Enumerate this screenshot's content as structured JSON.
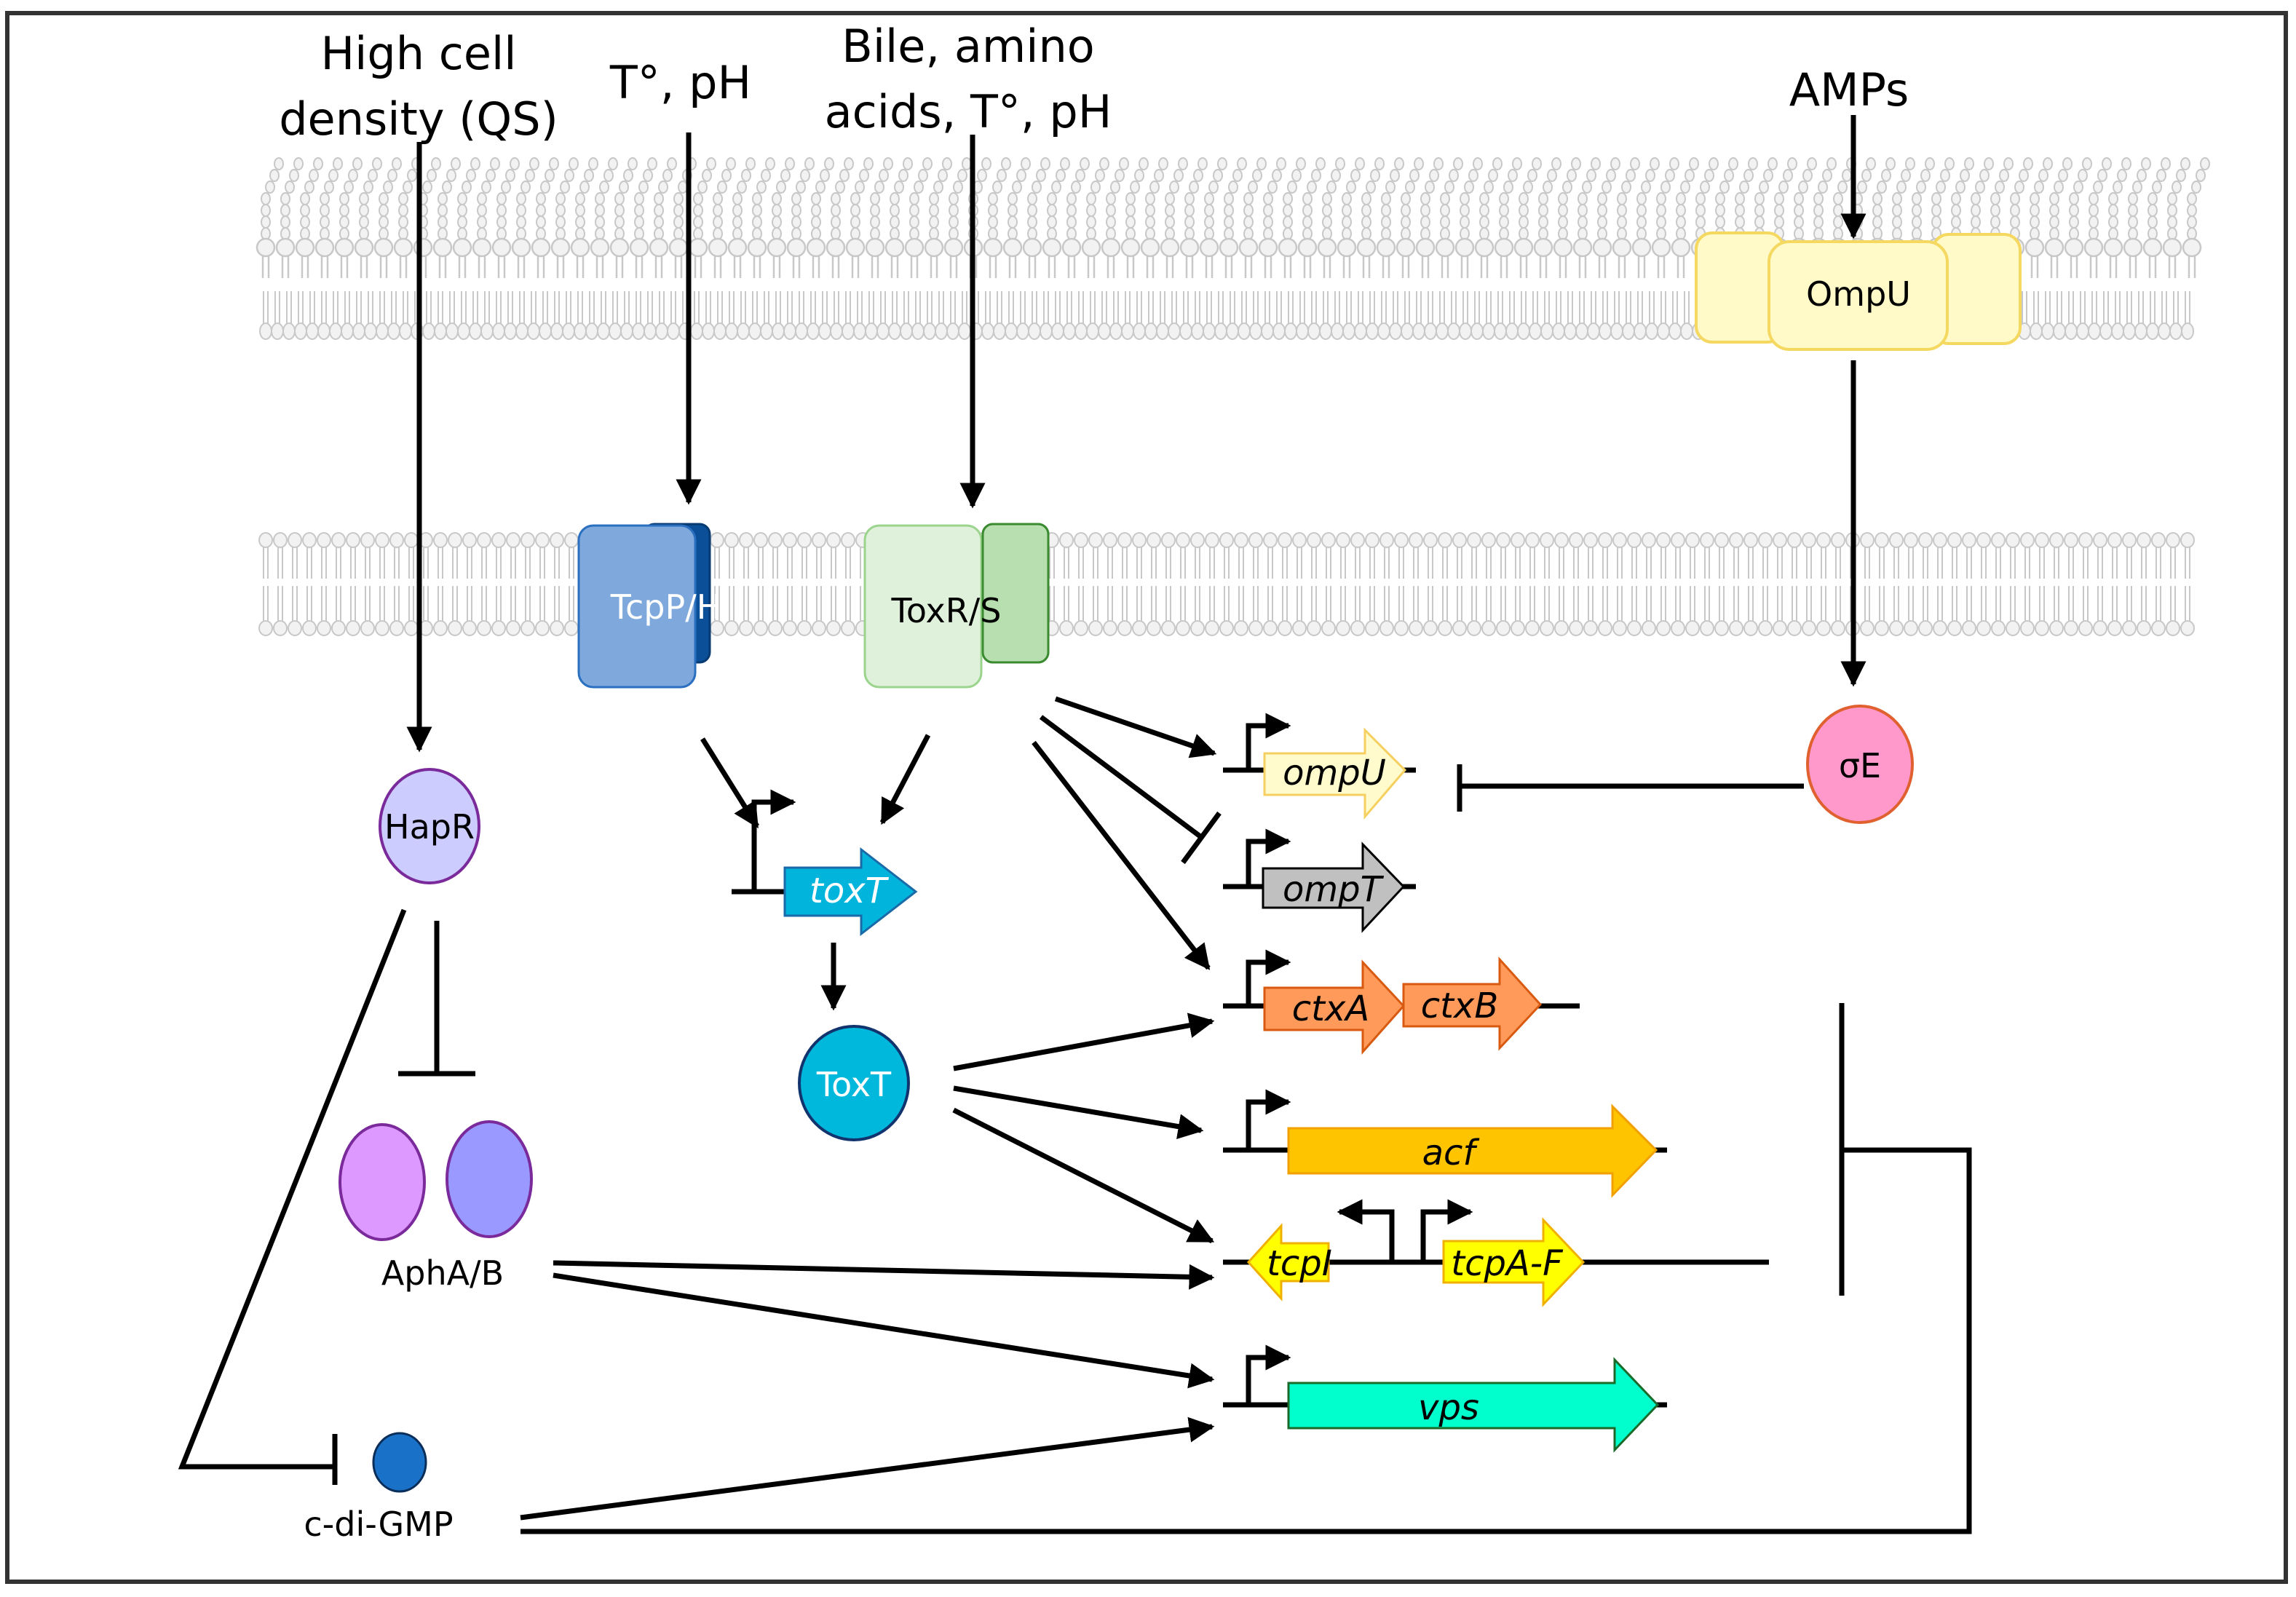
{
  "title": "Vibrio cholerae virulence regulatory network",
  "signals": {
    "qs_line1": "High cell",
    "qs_line2": "density (QS)",
    "temp_ph": "T°, pH",
    "bile_line1": "Bile, amino",
    "bile_line2": "acids, T°, pH",
    "amps": "AMPs"
  },
  "proteins": {
    "ompu_porin": "OmpU",
    "tcpph": "TcpP/H",
    "toxrs": "ToxR/S",
    "sigmae": "σE",
    "hapr": "HapR",
    "toxt": "ToxT",
    "aphab": "AphA/B",
    "cdigmp": "c-di-GMP"
  },
  "genes": {
    "toxT": "toxT",
    "ompU": "ompU",
    "ompT": "ompT",
    "ctxA": "ctxA",
    "ctxB": "ctxB",
    "acf": "acf",
    "tcpI": "tcpI",
    "tcpAF": "tcpA-F",
    "vps": "vps"
  },
  "colors": {
    "membrane": "#c8c8c8",
    "ompu_fill": "#fffac8",
    "ompu_stroke": "#f5d860",
    "tcpp_fill": "#7fa8dc",
    "tcph_fill": "#0a4f97",
    "toxr_fill": "#dff1da",
    "toxs_fill": "#b8dfb0",
    "sigmae_fill": "#ff99cc",
    "hapr_fill": "#ccccff",
    "toxt_fill": "#00b7dc",
    "apha_fill": "#dd99ff",
    "aphb_fill": "#9999ff",
    "cdigmp_fill": "#1a72c8",
    "gene_toxT": "#00b4dc",
    "gene_ompU": "#fffbcc",
    "gene_ompT": "#c0c0c0",
    "gene_ctx": "#ff9a5a",
    "gene_acf": "#ffc400",
    "gene_tcp": "#ffff00",
    "gene_vps": "#00ffcc"
  }
}
